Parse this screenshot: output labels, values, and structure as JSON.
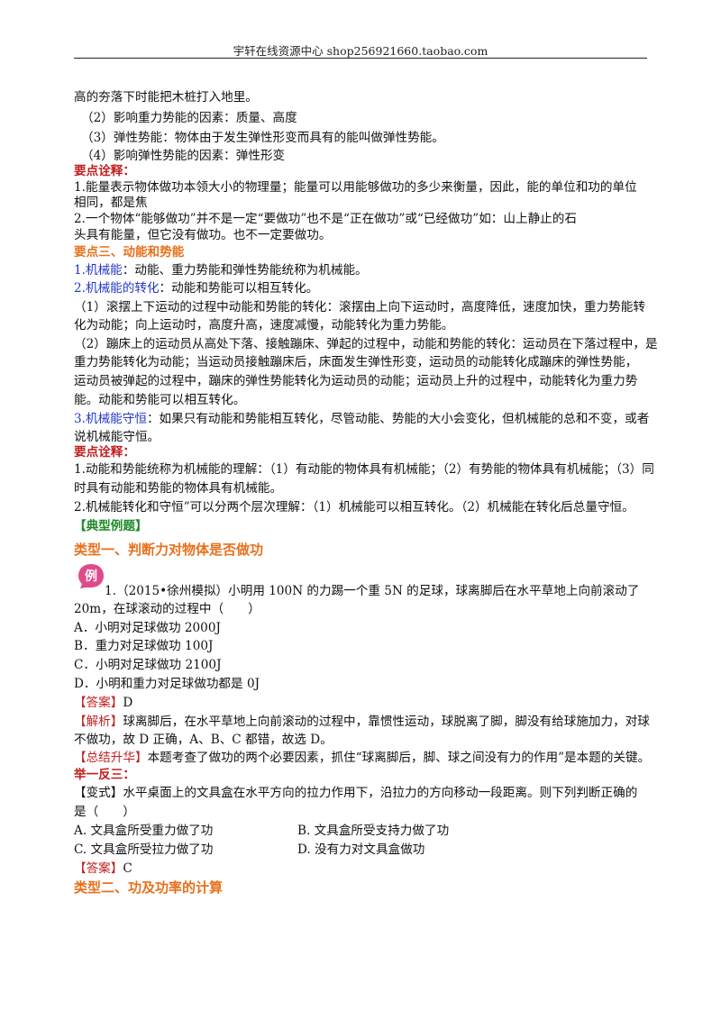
{
  "header": {
    "text": "宇轩在线资源中心    shop256921660.taobao.com"
  },
  "intro": {
    "l1": "高的夯落下时能把木桩打入地里。",
    "l2": "（2）影响重力势能的因素：质量、高度",
    "l3": "（3）弹性势能：物体由于发生弹性形变而具有的能叫做弹性势能。",
    "l4": "（4）影响弹性势能的因素：弹性形变"
  },
  "notes1": {
    "heading": "要点诠释：",
    "l1": "1.能量表示物体做功本领大小的物理量；能量可以用能够做功的多少来衡量，因此，能的单位和功的单位",
    "l2": "相同，都是焦",
    "l3": "2.一个物体“能够做功”并不是一定“要做功”也不是“正在做功”或“已经做功”如：山上静止的石",
    "l4": "头具有能量，但它没有做功。也不一定要做功。"
  },
  "section3": {
    "heading": "要点三、动能和势能",
    "p1_label": "1.机械能",
    "p1_text": "：动能、重力势能和弹性势能统称为机械能。",
    "p2_label": "2.机械能的转化",
    "p2_text": "：动能和势能可以相互转化。",
    "p3_l1": "（1）滚摆上下运动的过程中动能和势能的转化：滚摆由上向下运动时，高度降低，速度加快，重力势能转",
    "p3_l2": "化为动能；向上运动时，高度升高，速度减慢，动能转化为重力势能。",
    "p4_l1": "（2）蹦床上的运动员从高处下落、接触蹦床、弹起的过程中，动能和势能的转化：运动员在下落过程中，是",
    "p4_l2": "重力势能转化为动能；当运动员接触蹦床后，床面发生弹性形变，运动员的动能转化成蹦床的弹性势能，",
    "p4_l3": "运动员被弹起的过程中，蹦床的弹性势能转化为运动员的动能；运动员上升的过程中，动能转化为重力势",
    "p4_l4": "能。动能和势能可以相互转化。",
    "p5_label": "3.机械能守恒",
    "p5_text": "：如果只有动能和势能相互转化，尽管动能、势能的大小会变化，但机械能的总和不变，或者",
    "p5_l2": "说机械能守恒。"
  },
  "notes2": {
    "heading": "要点诠释：",
    "l1": "1.动能和势能统称为机械能的理解：（1）有动能的物体具有机械能；（2）有势能的物体具有机械能；（3）同",
    "l2": "时具有动能和势能的物体具有机械能。",
    "l3": "2.机械能转化和守恒”可以分两个层次理解：（1）机械能可以相互转化。（2）机械能在转化后总量守恒。"
  },
  "typical": {
    "heading": "【典型例题】"
  },
  "type1": {
    "heading": "类型一、判断力对物体是否做功",
    "badge": "例",
    "q_l1": "1.（2015•徐州模拟）小明用 100N 的力踢一个重 5N 的足球，球离脚后在水平草地上向前滚动了",
    "q_l2": "20m，在球滚动的过程中（　　）",
    "optA": "A．小明对足球做功 2000J",
    "optB": "B．重力对足球做功 100J",
    "optC": "C．小明对足球做功 2100J",
    "optD": "D．小明和重力对足球做功都是 0J",
    "ans_label": "【答案】",
    "ans_value": "D",
    "jx_label": "【解析】",
    "jx_l1": "球离脚后，在水平草地上向前滚动的过程中，靠惯性运动，球脱离了脚，脚没有给球施加力，对球",
    "jx_l2": "不做功，故 D 正确，A、B、C 都错，故选 D。",
    "zj_label": "【总结升华】",
    "zj_text": "本题考查了做功的两个必要因素，抓住“球离脚后，脚、球之间没有力的作用”是本题的关键。",
    "jyfs": "举一反三：",
    "bs_label": "【变式】",
    "bs_l1": "水平桌面上的文具盒在水平方向的拉力作用下，沿拉力的方向移动一段距离。则下列判断正确的",
    "bs_l2": "是（　　）",
    "bsA": "A. 文具盒所受重力做了功",
    "bsB": "B. 文具盒所受支持力做了功",
    "bsC": "C. 文具盒所受拉力做了功",
    "bsD": "D. 没有力对文具盒做功",
    "bs_ans_label": "【答案】",
    "bs_ans_value": "C"
  },
  "type2": {
    "heading": "类型二、功及功率的计算"
  },
  "colors": {
    "red": "#c02020",
    "orange": "#e8701c",
    "blue": "#2236c8",
    "green": "#1f8a2a"
  }
}
